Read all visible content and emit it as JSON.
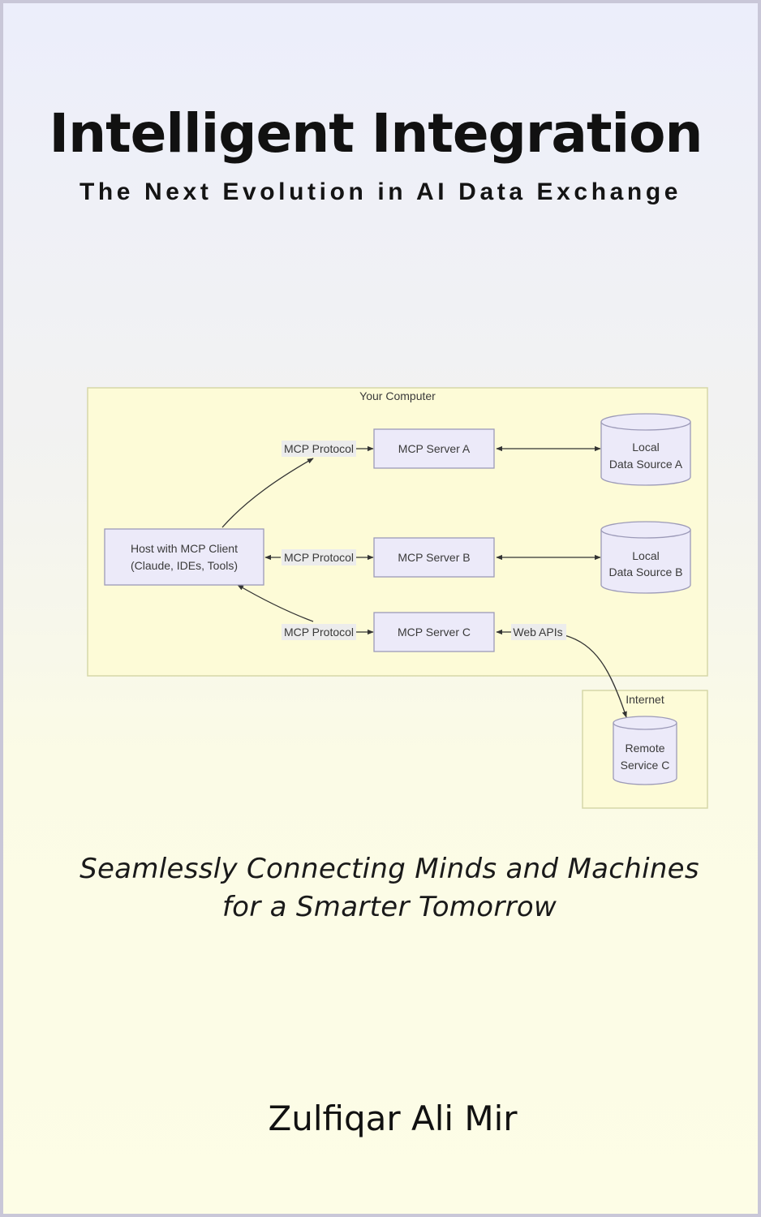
{
  "cover": {
    "title": "Intelligent Integration",
    "subtitle": "The Next Evolution in AI Data Exchange",
    "tagline_line1": "Seamlessly Connecting Minds and Machines",
    "tagline_line2": "for a Smarter Tomorrow",
    "author": "Zulfiqar Ali Mir"
  },
  "diagram": {
    "your_computer_label": "Your Computer",
    "internet_label": "Internet",
    "host": {
      "line1": "Host with MCP Client",
      "line2": "(Claude, IDEs, Tools)"
    },
    "protocol_a": "MCP Protocol",
    "protocol_b": "MCP Protocol",
    "protocol_c": "MCP Protocol",
    "server_a": "MCP Server A",
    "server_b": "MCP Server B",
    "server_c": "MCP Server C",
    "web_apis": "Web APIs",
    "source_a": {
      "line1": "Local",
      "line2": "Data Source A"
    },
    "source_b": {
      "line1": "Local",
      "line2": "Data Source B"
    },
    "remote": {
      "line1": "Remote",
      "line2": "Service C"
    },
    "colors": {
      "region_fill": "#fdfbd7",
      "region_stroke": "#d6d7a8",
      "node_fill": "#eceaf9",
      "node_stroke": "#9c9ab8",
      "edge": "#333333"
    }
  }
}
